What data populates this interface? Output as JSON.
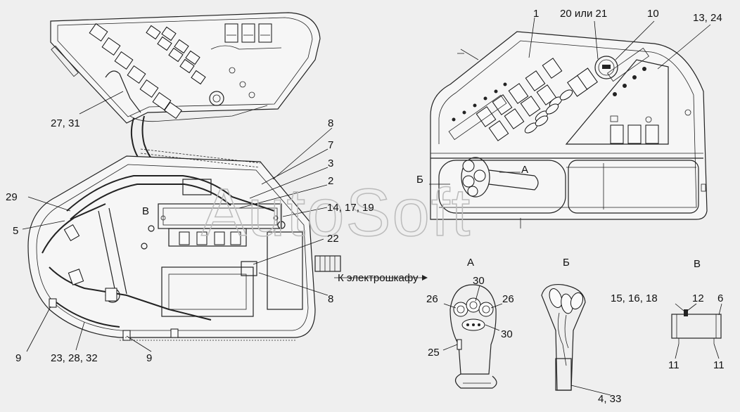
{
  "watermark": "AutoSoft",
  "callouts": {
    "c1": "1",
    "c20_21": "20 или 21",
    "c10": "10",
    "c13_24": "13, 24",
    "c27_31": "27, 31",
    "c8a": "8",
    "c7": "7",
    "c3": "3",
    "c2": "2",
    "c14_17_19": "14, 17, 19",
    "c29": "29",
    "c5": "5",
    "c22": "22",
    "c8b": "8",
    "c9a": "9",
    "c9b": "9",
    "c23_28_32": "23, 28, 32",
    "cB_main": "В",
    "cBe": "Б",
    "cA": "А",
    "c30a": "30",
    "c26a": "26",
    "c26b": "26",
    "c30b": "30",
    "c25": "25",
    "c4_33": "4, 33",
    "c15_16_18": "15, 16, 18",
    "c12": "12",
    "c6": "6",
    "c11a": "11",
    "c11b": "11"
  },
  "view_titles": {
    "view_a": "А",
    "view_be": "Б",
    "view_v": "В"
  },
  "to_cabinet": "К электрошкафу"
}
